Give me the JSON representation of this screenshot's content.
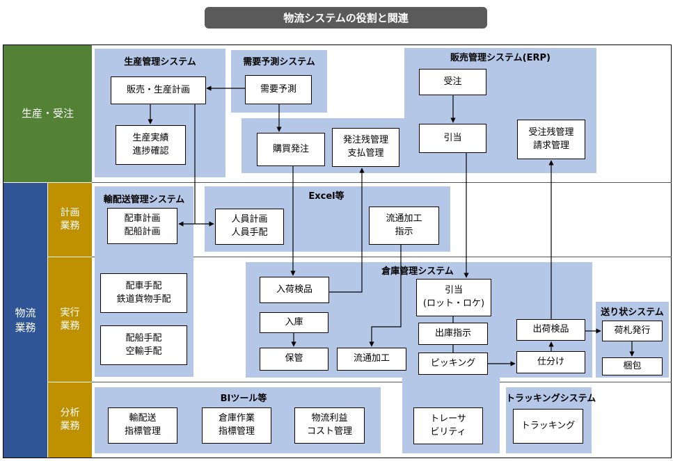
{
  "title": "物流システムの役割と関連",
  "bands": {
    "production": "生産・受注",
    "logistics": "物流\n業務",
    "planning": "計画\n業務",
    "execution": "実行\n業務",
    "analysis": "分析\n業務"
  },
  "panels": {
    "prod_mgmt": "生産管理システム",
    "demand": "需要予測システム",
    "sales": "販売管理システム(ERP)",
    "delivery": "輸配送管理システム",
    "excel": "Excel等",
    "warehouse": "倉庫管理システム",
    "waybill": "送り状システム",
    "bi": "BIツール等",
    "tracking": "トラッキングシステム"
  },
  "nodes": {
    "sales_prod_plan": "販売・生産計画",
    "prod_results": "生産実績\n進捗確認",
    "demand_forecast": "需要予測",
    "purchase_order": "購買発注",
    "po_balance": "発注残管理\n支払管理",
    "order_receipt": "受注",
    "allocation": "引当",
    "order_balance": "受注残管理\n請求管理",
    "vehicle_plan": "配車計画\n配船計画",
    "staff_plan": "人員計画\n人員手配",
    "distribution_processing_instr": "流通加工\n指示",
    "vehicle_arrange": "配車手配\n鉄道貨物手配",
    "ship_arrange": "配船手配\n空輸手配",
    "receiving_inspection": "入荷検品",
    "putaway": "入庫",
    "storage": "保管",
    "distribution_processing": "流通加工",
    "wms_allocation": "引当\n(ロット・ロケ)",
    "shipping_instr": "出庫指示",
    "picking": "ピッキング",
    "shipping_inspection": "出荷検品",
    "sorting": "仕分け",
    "tag_issue": "荷札発行",
    "packing": "梱包",
    "kpi_delivery": "輸配送\n指標管理",
    "kpi_warehouse": "倉庫作業\n指標管理",
    "profit_cost": "物流利益\nコスト管理",
    "traceability": "トレーサ\nビリティ",
    "tracking": "トラッキング"
  },
  "colors": {
    "production_band": "#538135",
    "logistics_band": "#2f5597",
    "sub_band": "#bf9000",
    "panel": "#b4c7e7",
    "title_bar": "#5a5a5a"
  }
}
